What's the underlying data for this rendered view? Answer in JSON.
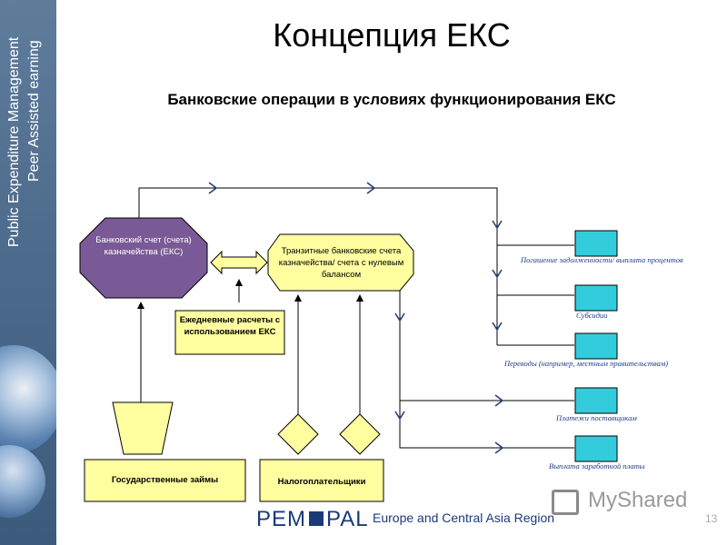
{
  "sidebar": {
    "line1": "Public Expenditure Management",
    "line2": "Peer Assisted earning"
  },
  "slide": {
    "title": "Концепция ЕКС",
    "subtitle": "Банковские операции в условиях функционирования ЕКС"
  },
  "diagram": {
    "bank_account": "Банковский счет (счета) казначейства (ЕКС)",
    "transit_accounts": "Транзитные банковские счета казначейства/ счета с нулевым балансом",
    "daily_settlements": "Ежедневные расчеты с использованием ЕКС",
    "state_loans": "Государственные займы",
    "taxpayers": "Налогоплательщики",
    "outflows": [
      "Погашение задолженности/ выплата процентов",
      "Субсидии",
      "Переводы (например, местным правительствам)",
      "Платежи поставщикам",
      "Выплата заработной платы"
    ]
  },
  "footer": {
    "pem_left": "PEM",
    "pem_right": "PAL",
    "region": "Europe and Central Asia Region",
    "logo": "MyShared",
    "page": "13"
  },
  "colors": {
    "purple": "#7a5a96",
    "yellow_fill": "#ffffa0",
    "cyan_fill": "#33ccdd",
    "sidebar": "#4d6b8c",
    "label_blue": "#1f3a8a"
  }
}
